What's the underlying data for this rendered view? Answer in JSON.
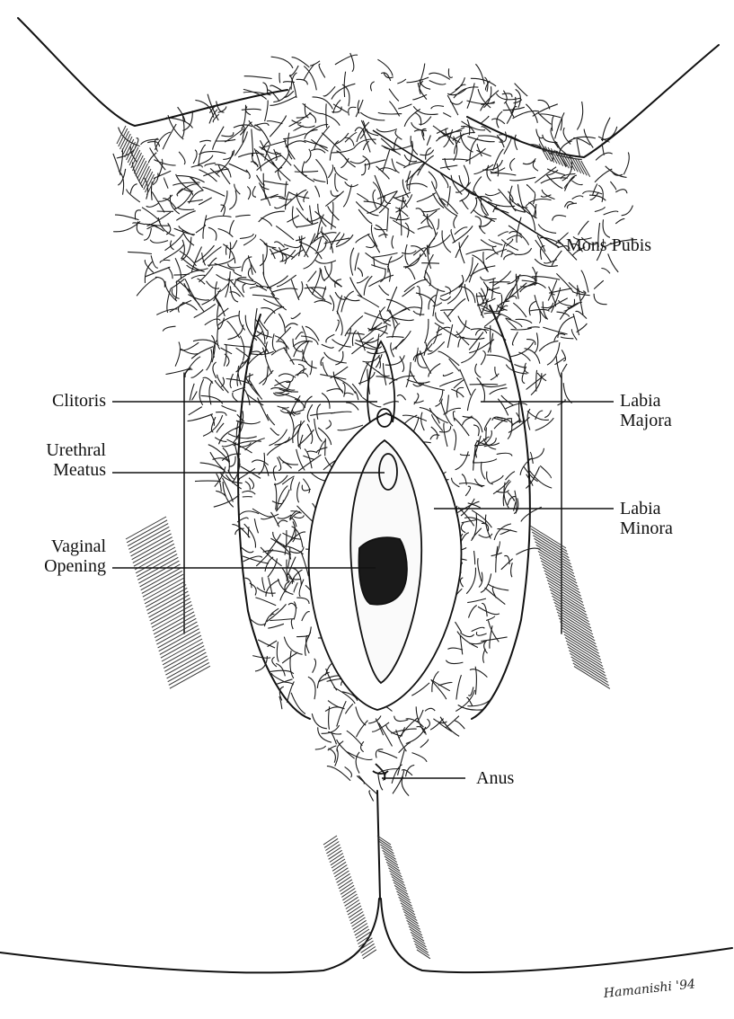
{
  "colors": {
    "ink": "#111111",
    "paper": "#ffffff",
    "hatch": "#333333",
    "dark_fill": "#1a1a1a"
  },
  "labels": {
    "mons_pubis": "Mons Pubis",
    "clitoris": "Clitoris",
    "labia_majora": "Labia\nMajora",
    "urethral_meatus": "Urethral\nMeatus",
    "labia_minora": "Labia\nMinora",
    "vaginal_opening": "Vaginal\nOpening",
    "anus": "Anus"
  },
  "signature": "Hamanishi '94"
}
